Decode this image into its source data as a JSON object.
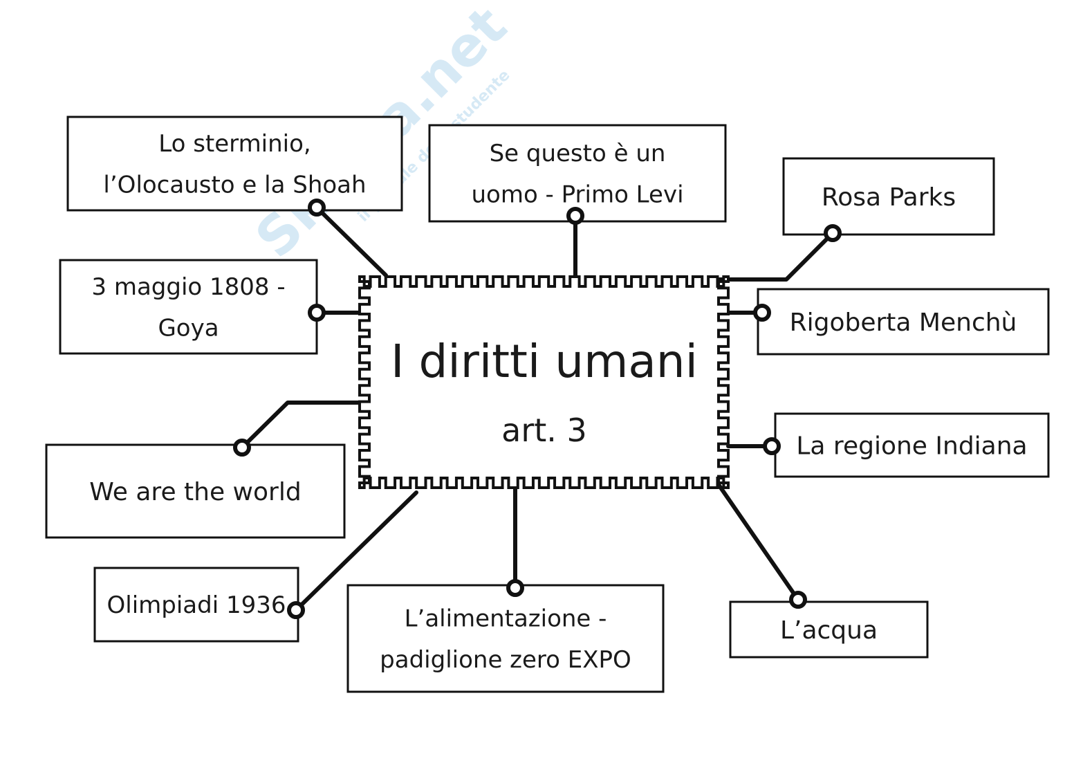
{
  "watermark": {
    "name": "Skuola.net",
    "tagline": "il portale dello studente"
  },
  "center": {
    "title": "I diritti umani",
    "subtitle": "art. 3"
  },
  "nodes": [
    {
      "id": "olocausto",
      "lines": [
        "Lo sterminio,",
        "l’Olocausto e la Shoah"
      ]
    },
    {
      "id": "primo-levi",
      "lines": [
        "Se questo è un",
        "uomo - Primo Levi"
      ]
    },
    {
      "id": "rosa-parks",
      "lines": [
        "Rosa Parks"
      ]
    },
    {
      "id": "goya",
      "lines": [
        "3 maggio 1808 -",
        "Goya"
      ]
    },
    {
      "id": "menchu",
      "lines": [
        "Rigoberta Menchù"
      ]
    },
    {
      "id": "we-are-the-world",
      "lines": [
        "We are the world"
      ]
    },
    {
      "id": "indiana",
      "lines": [
        "La regione Indiana"
      ]
    },
    {
      "id": "olimpiadi",
      "lines": [
        "Olimpiadi 1936"
      ]
    },
    {
      "id": "expo",
      "lines": [
        "L’alimentazione -",
        "padiglione zero EXPO"
      ]
    },
    {
      "id": "acqua",
      "lines": [
        "L’acqua"
      ]
    }
  ]
}
